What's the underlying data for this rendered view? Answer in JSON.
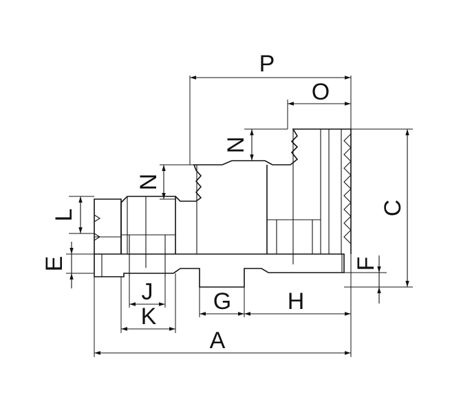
{
  "labels": {
    "A": "A",
    "C": "C",
    "E": "E",
    "F": "F",
    "G": "G",
    "H": "H",
    "J": "J",
    "K": "K",
    "L": "L",
    "N_lower": "N",
    "N_upper": "N",
    "O": "O",
    "P": "P"
  }
}
